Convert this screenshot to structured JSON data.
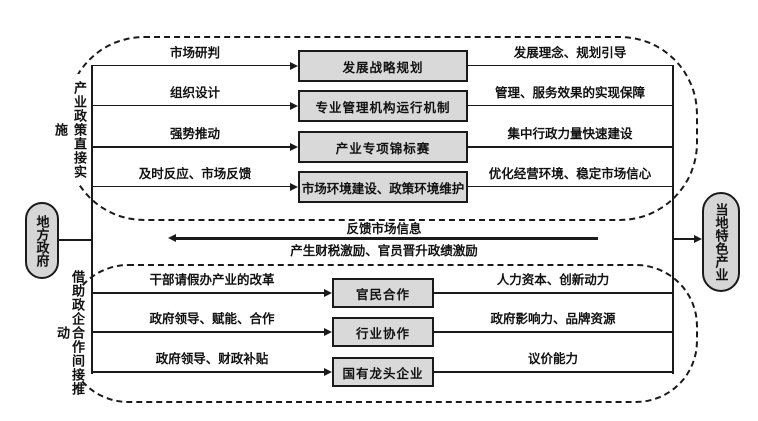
{
  "diagram": {
    "title": "",
    "left_oval": {
      "label": "地方政府"
    },
    "right_oval": {
      "label": "当地特色产业"
    },
    "upper_group": {
      "side_label": "产业政策直接实施",
      "rows": [
        {
          "left": "市场研判",
          "box": "发展战略规划",
          "right": "发展理念、规划引导"
        },
        {
          "left": "组织设计",
          "box": "专业管理机构运行机制",
          "right": "管理、服务效果的实现保障"
        },
        {
          "left": "强势推动",
          "box": "产业专项锦标赛",
          "right": "集中行政力量快速建设"
        },
        {
          "left": "及时反应、市场反馈",
          "box": "市场环境建设、政策环境维护",
          "right": "优化经营环境、稳定市场信心"
        }
      ]
    },
    "feedback": {
      "top_label": "反馈市场信息",
      "bottom_label": "产生财税激励、官员晋升政绩激励"
    },
    "lower_group": {
      "side_label": "借助政企合作间接推动",
      "rows": [
        {
          "left": "干部请假办产业的改革",
          "box": "官民合作",
          "right": "人力资本、创新动力"
        },
        {
          "left": "政府领导、赋能、合作",
          "box": "行业协作",
          "right": "政府影响力、品牌资源"
        },
        {
          "left": "政府领导、财政补贴",
          "box": "国有龙头企业",
          "right": "议价能力"
        }
      ]
    },
    "colors": {
      "box_fill": "#d9d9d9",
      "oval_fill": "#d6d6d6",
      "line": "#1a1a1a",
      "background": "#ffffff"
    }
  }
}
